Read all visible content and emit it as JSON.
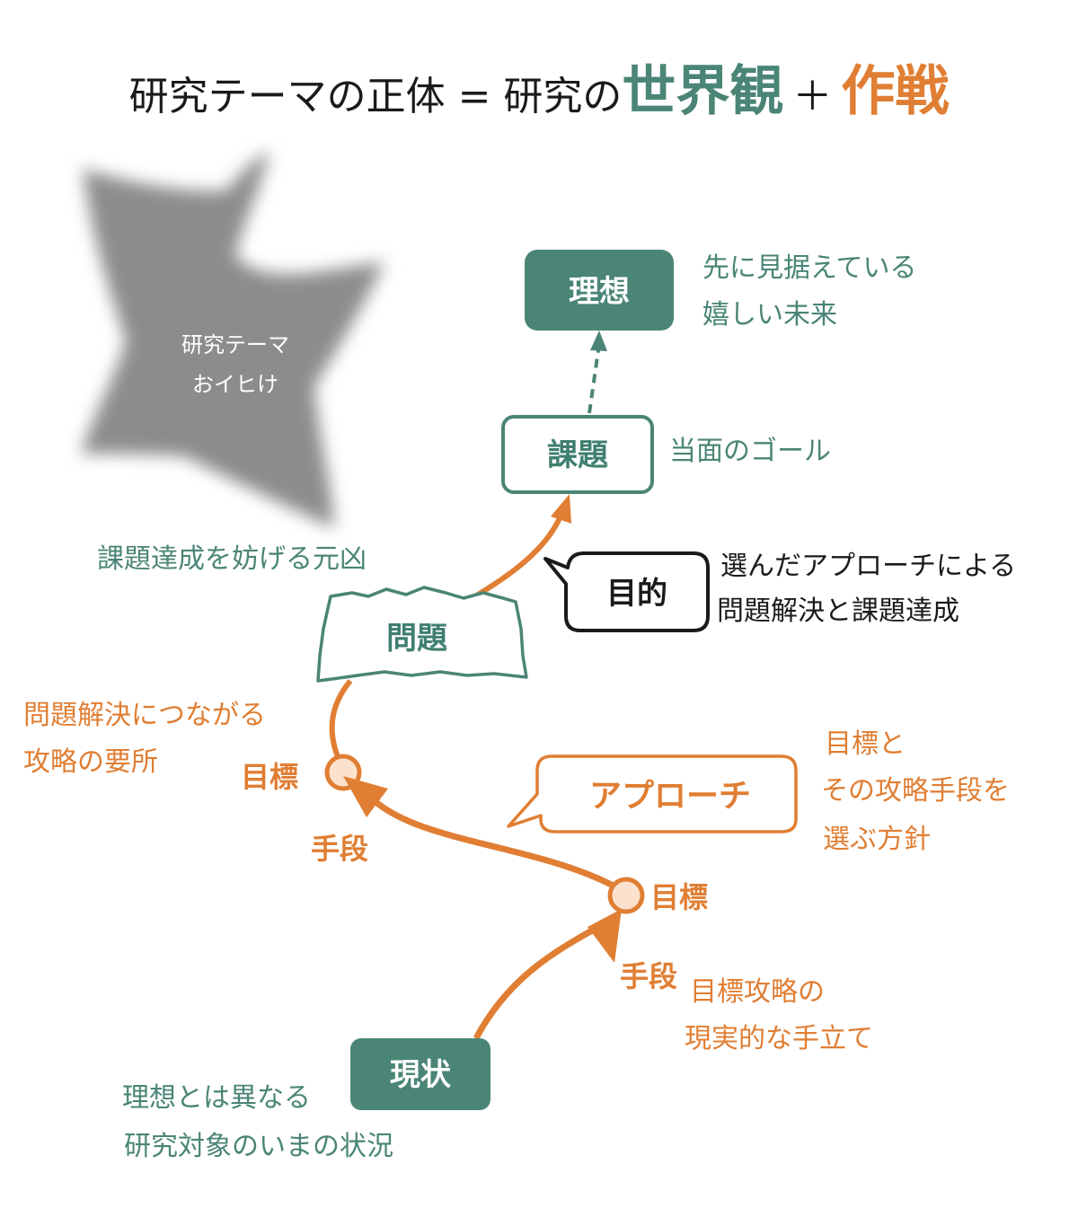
{
  "title": {
    "part1": "研究テーマの正体 = 研究の",
    "part2": "世界観",
    "part3": "＋",
    "part4": "作戦"
  },
  "blob": {
    "line1": "研究テーマ",
    "line2": "おイヒけ"
  },
  "nodes": {
    "ideal": "理想",
    "task": "課題",
    "problem": "問題",
    "purpose": "目的",
    "approach": "アプローチ",
    "current": "現状",
    "goal_upper": "目標",
    "goal_lower": "目標",
    "means_upper": "手段",
    "means_lower": "手段"
  },
  "notes": {
    "ideal_l1": "先に見据えている",
    "ideal_l2": "嬉しい未来",
    "task": "当面のゴール",
    "problem": "課題達成を妨げる元凶",
    "purpose_l1": "選んだアプローチによる",
    "purpose_l2": "問題解決と課題達成",
    "goal_l1": "問題解決につながる",
    "goal_l2": "攻略の要所",
    "approach_l1": "目標と",
    "approach_l2": "その攻略手段を",
    "approach_l3": "選ぶ方針",
    "means_l1": "目標攻略の",
    "means_l2": "現実的な手立て",
    "current_l1": "理想とは異なる",
    "current_l2": "研究対象のいまの状況"
  },
  "colors": {
    "teal": "#4a8576",
    "orange": "#e07e33",
    "gray": "#8a8a8a"
  }
}
